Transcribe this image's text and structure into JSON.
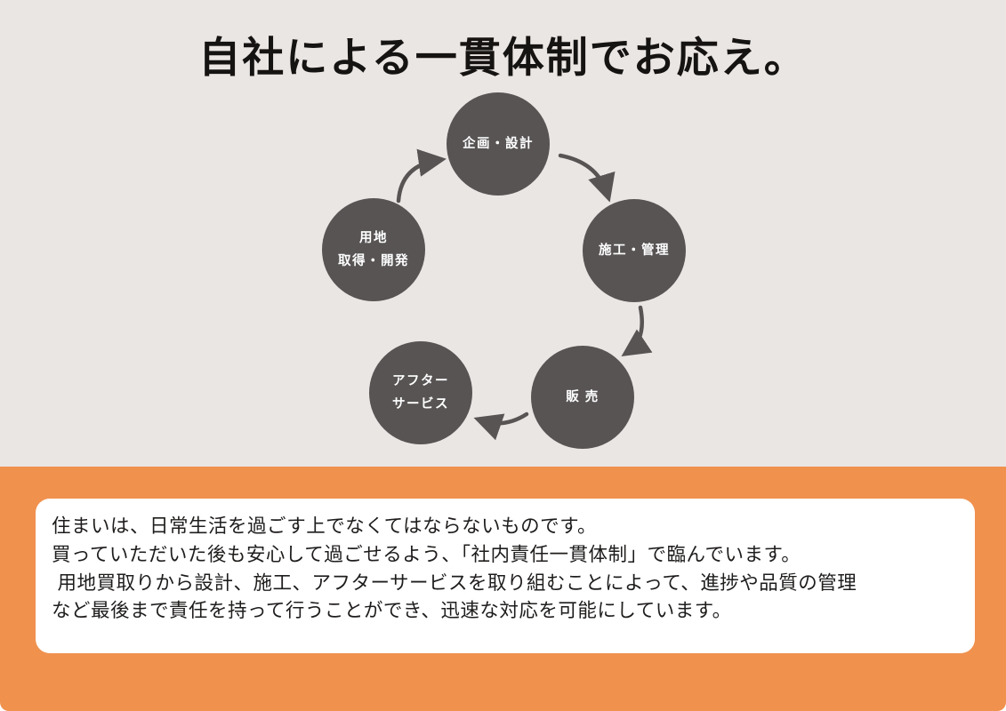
{
  "title": "自社による一貫体制でお応え。",
  "diagram": {
    "nodes": {
      "planning": {
        "label": "企画・設計"
      },
      "construction": {
        "label": "施工・管理"
      },
      "sales": {
        "label": "販 売"
      },
      "after_service": {
        "line1": "アフター",
        "line2": "サービス"
      },
      "land": {
        "line1": "用地",
        "line2": "取得・開発"
      }
    },
    "flow": "land → planning → construction → sales → after_service"
  },
  "description": {
    "line1": "住まいは、日常生活を過ごす上でなくてはならないものです。",
    "line2": "買っていただいた後も安心して過ごせるよう、「社内責任一貫体制」で臨んでいます。",
    "line3": " 用地買取りから設計、施工、アフターサービスを取り組むことによって、進捗や品質の管理",
    "line4": "など最後まで責任を持って行うことができ、迅速な対応を可能にしています。"
  },
  "colors": {
    "background_top": "#eae6e4",
    "background_bottom": "#f0914e",
    "circle": "#585454",
    "panel": "#ffffff",
    "title_text": "#161412"
  }
}
